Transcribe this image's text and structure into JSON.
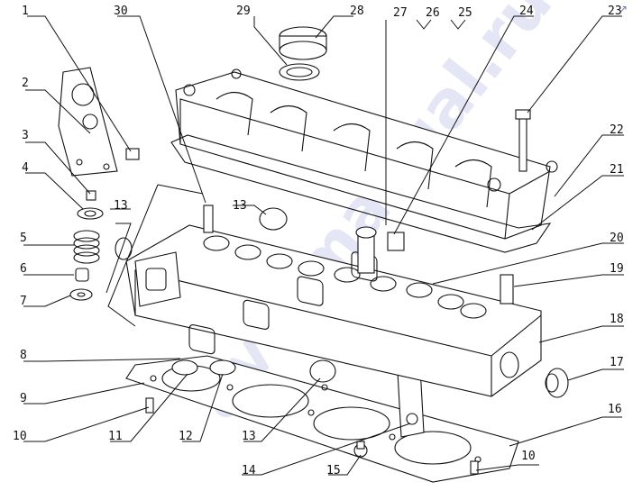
{
  "diagram": {
    "watermark": "avtomanual.ru",
    "corner_mark": "↗",
    "callouts": [
      {
        "id": "c1",
        "text": "1"
      },
      {
        "id": "c2",
        "text": "2"
      },
      {
        "id": "c3",
        "text": "3"
      },
      {
        "id": "c4",
        "text": "4"
      },
      {
        "id": "c5",
        "text": "5"
      },
      {
        "id": "c6",
        "text": "6"
      },
      {
        "id": "c7",
        "text": "7"
      },
      {
        "id": "c8",
        "text": "8"
      },
      {
        "id": "c9",
        "text": "9"
      },
      {
        "id": "c10a",
        "text": "10"
      },
      {
        "id": "c11",
        "text": "11"
      },
      {
        "id": "c12",
        "text": "12"
      },
      {
        "id": "c13a",
        "text": "13"
      },
      {
        "id": "c13b",
        "text": "13"
      },
      {
        "id": "c14",
        "text": "14"
      },
      {
        "id": "c15",
        "text": "15"
      },
      {
        "id": "c16",
        "text": "16"
      },
      {
        "id": "c10b",
        "text": "10"
      },
      {
        "id": "c17",
        "text": "17"
      },
      {
        "id": "c18",
        "text": "18"
      },
      {
        "id": "c19",
        "text": "19"
      },
      {
        "id": "c20",
        "text": "20"
      },
      {
        "id": "c21",
        "text": "21"
      },
      {
        "id": "c22",
        "text": "22"
      },
      {
        "id": "c23",
        "text": "23"
      },
      {
        "id": "c24",
        "text": "24"
      },
      {
        "id": "c25",
        "text": "25"
      },
      {
        "id": "c26",
        "text": "26"
      },
      {
        "id": "c27",
        "text": "27"
      },
      {
        "id": "c28",
        "text": "28"
      },
      {
        "id": "c29",
        "text": "29"
      },
      {
        "id": "c30",
        "text": "30"
      }
    ]
  }
}
